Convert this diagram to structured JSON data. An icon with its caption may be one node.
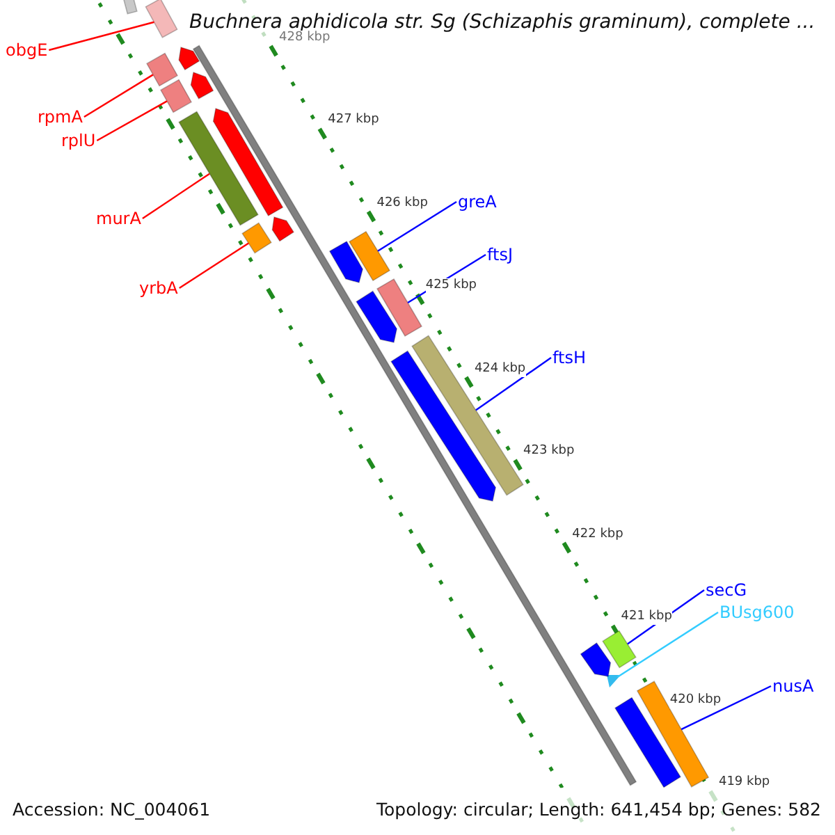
{
  "diagram": {
    "title": "Buchnera aphidicola str. Sg (Schizaphis graminum), complete ...",
    "nodes": [
      {
        "text": [
          "obgE"
        ]
      },
      {
        "text": [
          "rpmA"
        ]
      },
      {
        "text": [
          "rplU"
        ]
      },
      {
        "text": [
          "murA"
        ]
      },
      {
        "text": [
          "yrbA"
        ]
      },
      {
        "text": [
          "greA"
        ]
      },
      {
        "text": [
          "ftsJ"
        ]
      },
      {
        "text": [
          "ftsH"
        ]
      },
      {
        "text": [
          "secG"
        ]
      },
      {
        "text": [
          "BUsg600"
        ]
      },
      {
        "text": [
          "nusA"
        ]
      },
      {
        "text": [],
        "shape": "bar"
      },
      {
        "text": [],
        "shape": "bar"
      },
      {
        "text": [],
        "shape": "bar"
      },
      {
        "text": [],
        "shape": "bar"
      },
      {
        "text": [],
        "shape": "bar"
      },
      {
        "text": [],
        "shape": "bar"
      },
      {
        "text": [],
        "shape": "bar"
      },
      {
        "text": [],
        "shape": "bar"
      },
      {
        "text": [],
        "shape": "bar"
      },
      {
        "text": [],
        "shape": "triangle"
      },
      {
        "text": [],
        "shape": "bar"
      },
      {
        "text": [],
        "shape": "bar"
      },
      {
        "text": [],
        "shape": "pentagon"
      },
      {
        "text": [],
        "shape": "pentagon"
      },
      {
        "text": [],
        "shape": "pentagon"
      },
      {
        "text": [],
        "shape": "pentagon"
      },
      {
        "text": [],
        "shape": "pentagon"
      },
      {
        "text": [],
        "shape": "pentagon"
      },
      {
        "text": [],
        "shape": "pentagon"
      },
      {
        "text": [],
        "shape": "pentagon"
      },
      {
        "text": [],
        "shape": "bar"
      },
      {
        "text": [],
        "shape": "bar"
      }
    ],
    "edges": [
      {
        "from": 0,
        "to": 11,
        "arrow": "none",
        "color": "#ff0000"
      },
      {
        "from": 1,
        "to": 12,
        "arrow": "none",
        "color": "#ff0000"
      },
      {
        "from": 2,
        "to": 13,
        "arrow": "none",
        "color": "#ff0000"
      },
      {
        "from": 3,
        "to": 14,
        "arrow": "none",
        "color": "#ff0000"
      },
      {
        "from": 4,
        "to": 15,
        "arrow": "none",
        "color": "#ff0000"
      },
      {
        "from": 5,
        "to": 16,
        "arrow": "none",
        "color": "#0000ff"
      },
      {
        "from": 6,
        "to": 17,
        "arrow": "none",
        "color": "#0000ff"
      },
      {
        "from": 7,
        "to": 18,
        "arrow": "none",
        "color": "#0000ff"
      },
      {
        "from": 8,
        "to": 19,
        "arrow": "none",
        "color": "#0000ff"
      },
      {
        "from": 9,
        "to": 20,
        "arrow": "none",
        "color": "#33ccff"
      },
      {
        "from": 10,
        "to": 21,
        "arrow": "none",
        "color": "#0000ff"
      }
    ],
    "labels": [
      "428 kbp",
      "427 kbp",
      "426 kbp",
      "425 kbp",
      "424 kbp",
      "423 kbp",
      "422 kbp",
      "421 kbp",
      "420 kbp",
      "419 kbp",
      "Accession: NC_004061",
      "Topology: circular; Length: 641,454 bp; Genes: 582"
    ]
  }
}
